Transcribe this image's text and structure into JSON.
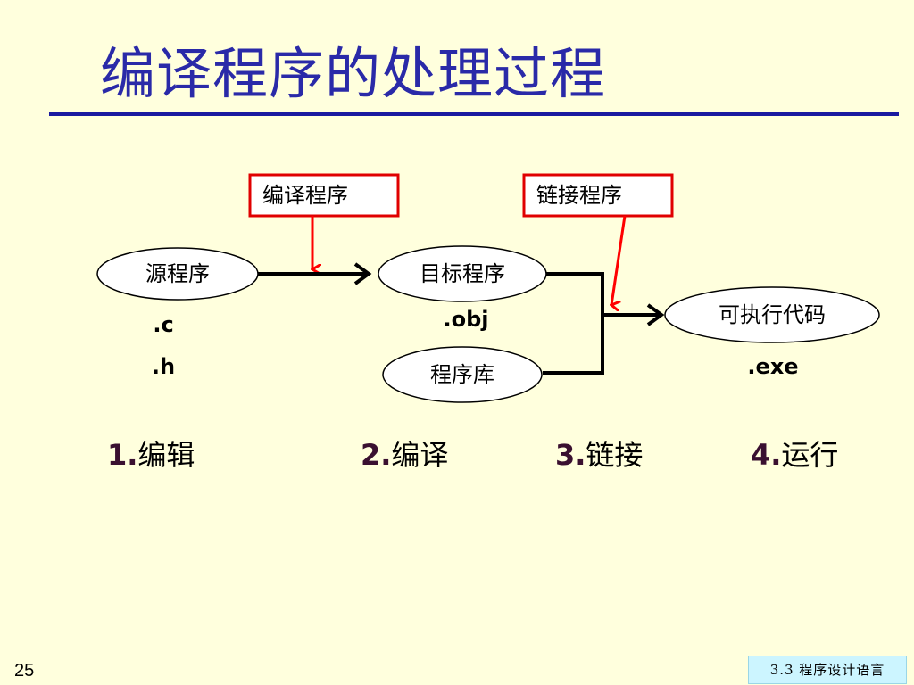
{
  "title": "编译程序的处理过程",
  "tools": {
    "compiler": "编译程序",
    "linker": "链接程序"
  },
  "nodes": {
    "source": "源程序",
    "object": "目标程序",
    "library": "程序库",
    "executable": "可执行代码"
  },
  "extensions": {
    "source_c": ".c",
    "source_h": ".h",
    "object": ".obj",
    "executable": ".exe"
  },
  "steps": [
    {
      "num": "1.",
      "label": "编辑"
    },
    {
      "num": "2.",
      "label": "编译"
    },
    {
      "num": "3.",
      "label": "链接"
    },
    {
      "num": "4.",
      "label": "运行"
    }
  ],
  "footer": {
    "page_number": "25",
    "section": "3.3  程序设计语言"
  },
  "colors": {
    "background": "#FFFFDD",
    "title": "#2A2AA8",
    "rule": "#1A1AA0",
    "tool_border": "#E00000",
    "tool_arrow": "#FF0000",
    "flow_line": "#000000",
    "badge": "#CCF5FF"
  }
}
